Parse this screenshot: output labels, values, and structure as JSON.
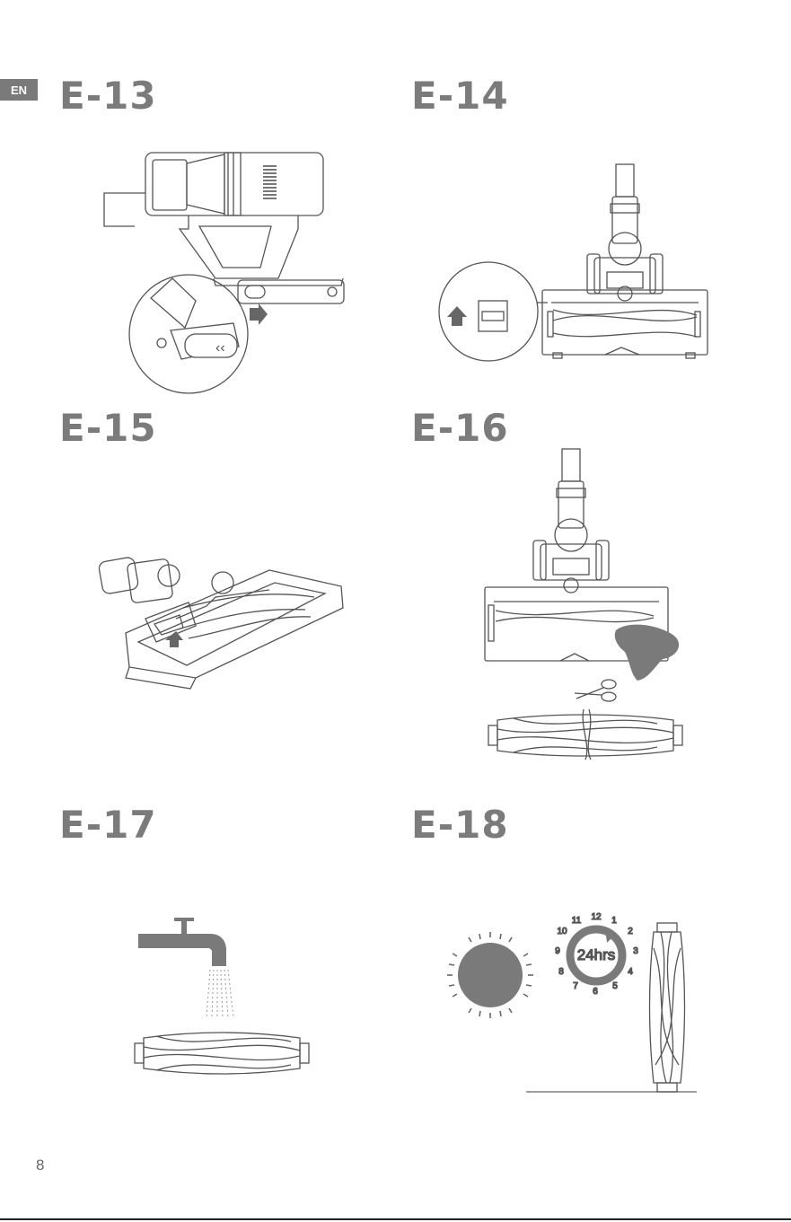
{
  "language_tab": "EN",
  "steps": [
    {
      "label": "E-13"
    },
    {
      "label": "E-14"
    },
    {
      "label": "E-15"
    },
    {
      "label": "E-16"
    },
    {
      "label": "E-17"
    },
    {
      "label": "E-18"
    }
  ],
  "clock": {
    "numbers": [
      "12",
      "1",
      "2",
      "3",
      "4",
      "5",
      "6",
      "7",
      "8",
      "9",
      "10",
      "11"
    ],
    "center_text": "24hrs"
  },
  "icons": [
    "vacuum-handle-icon",
    "floor-brush-icon",
    "roller-brush-icon",
    "tap-icon",
    "sun-icon",
    "clock-icon",
    "scissors-icon",
    "cloth-icon",
    "arrow-icon"
  ],
  "page_number": "8"
}
